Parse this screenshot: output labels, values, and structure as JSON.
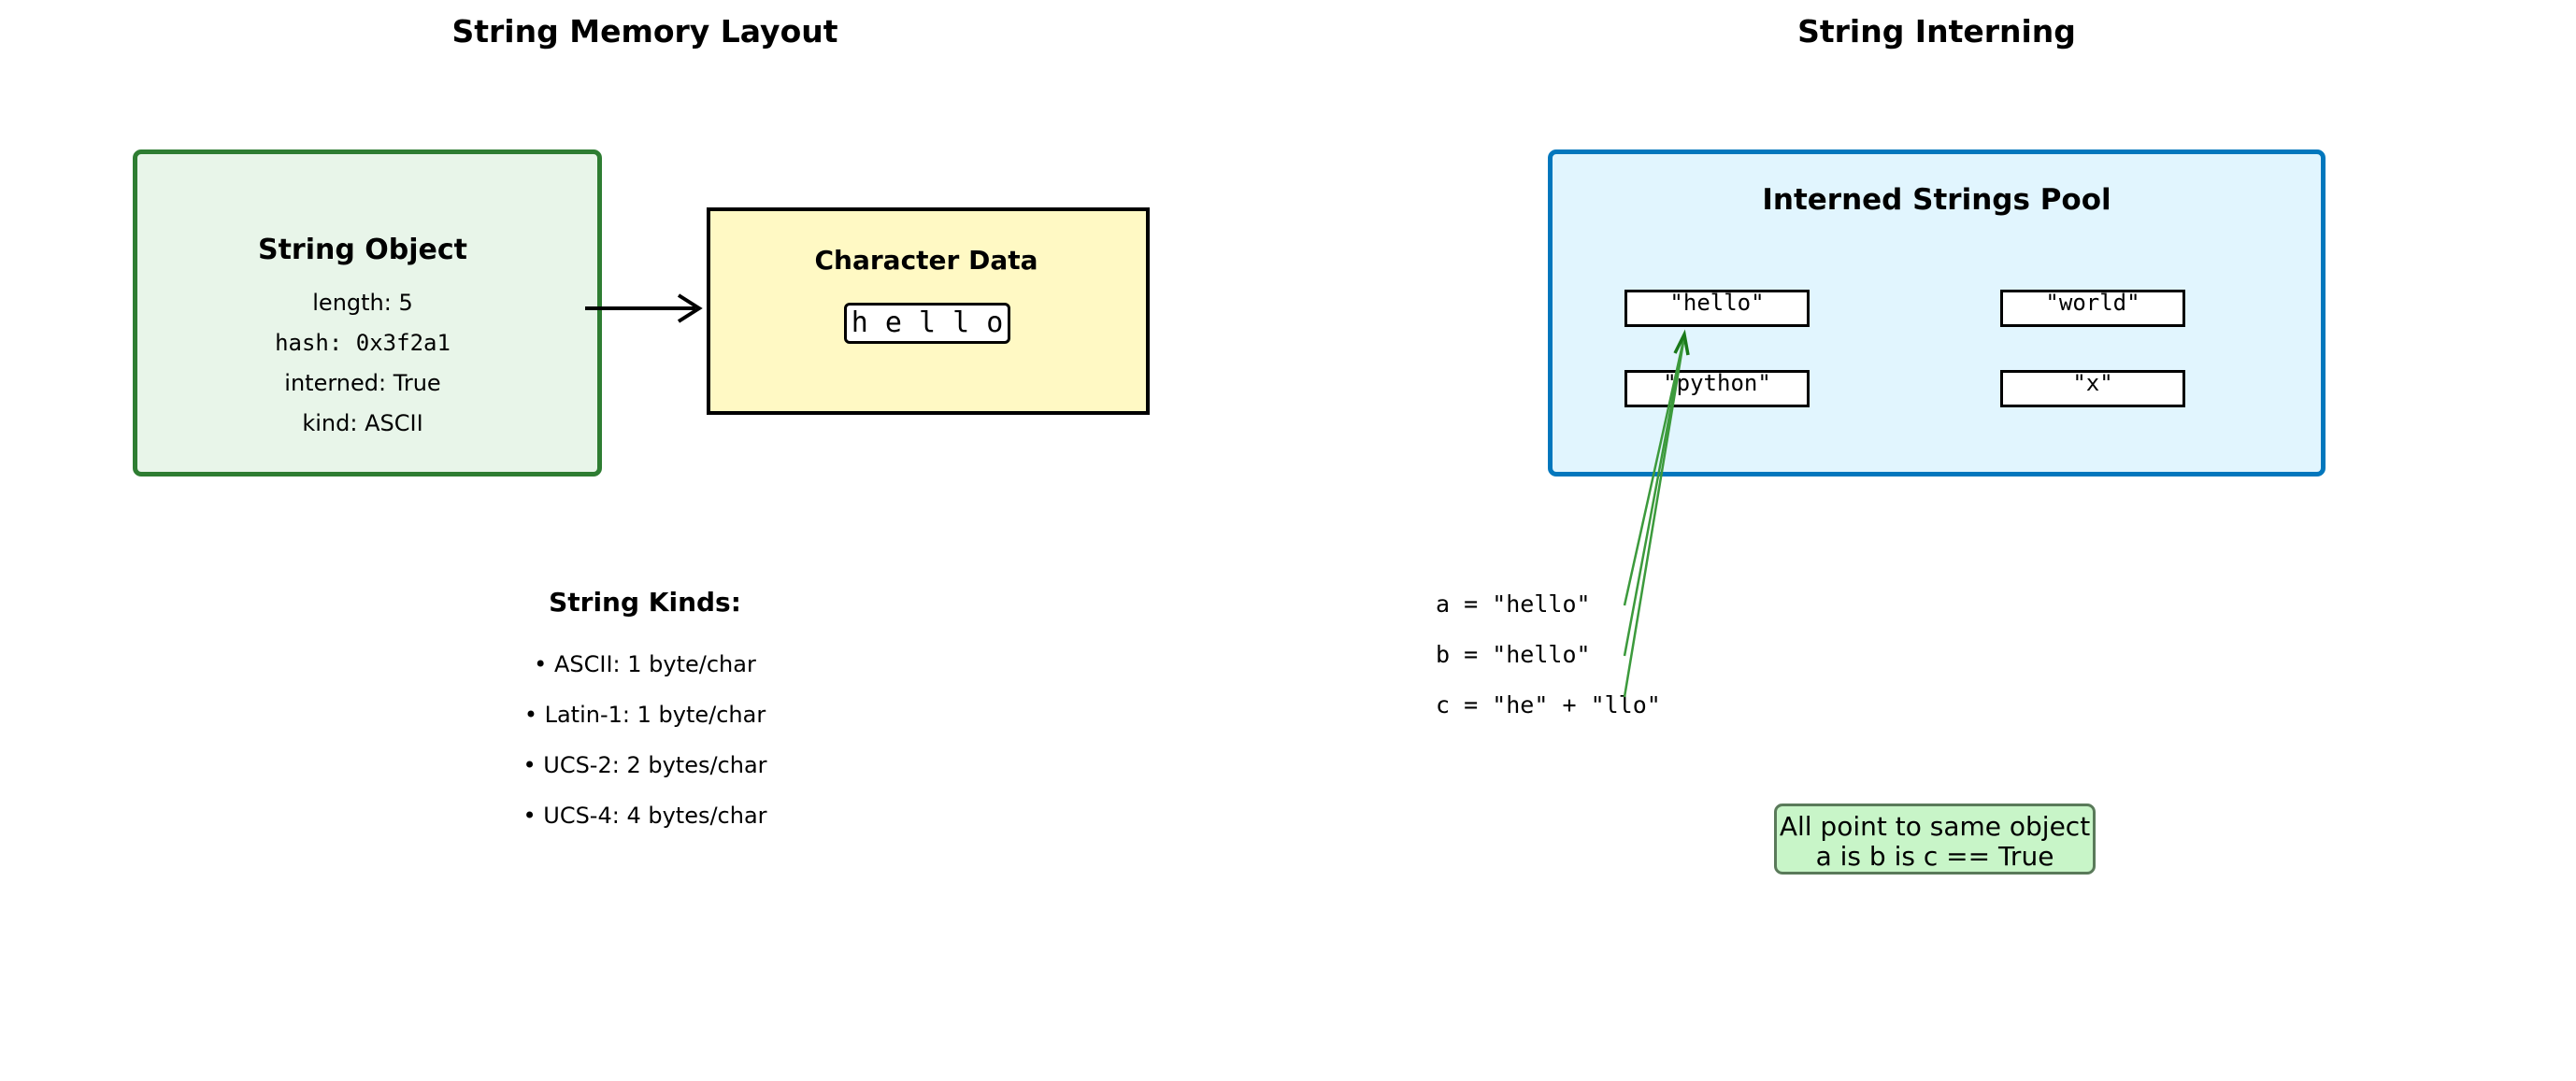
{
  "left_panel": {
    "title": "String Memory Layout",
    "string_object": {
      "title": "String Object",
      "fields": [
        "length: 5",
        "hash: 0x3f2a1",
        "interned: True",
        "kind: ASCII"
      ]
    },
    "character_data": {
      "title": "Character Data",
      "letters": "h e l l o"
    },
    "string_kinds": {
      "title": "String Kinds:",
      "items": [
        "• ASCII: 1 byte/char",
        "• Latin-1: 1 byte/char",
        "• UCS-2: 2 bytes/char",
        "• UCS-4: 4 bytes/char"
      ]
    }
  },
  "right_panel": {
    "title": "String Interning",
    "pool": {
      "title": "Interned Strings Pool",
      "items": [
        "\"hello\"",
        "\"world\"",
        "\"python\"",
        "\"x\""
      ]
    },
    "assignments": [
      "a = \"hello\"",
      "b = \"hello\"",
      "c = \"he\" + \"llo\""
    ],
    "note": {
      "line1": "All point to same object",
      "line2": "a is b is c == True"
    }
  },
  "colors": {
    "object_fill": "#e8f5e9",
    "object_border": "#2e7d32",
    "char_fill": "#fff9c4",
    "pool_fill": "#e1f5fe",
    "pool_border": "#0277bd",
    "pointer_arrow": "#3c9a3c",
    "note_fill": "#c8f5c8"
  }
}
